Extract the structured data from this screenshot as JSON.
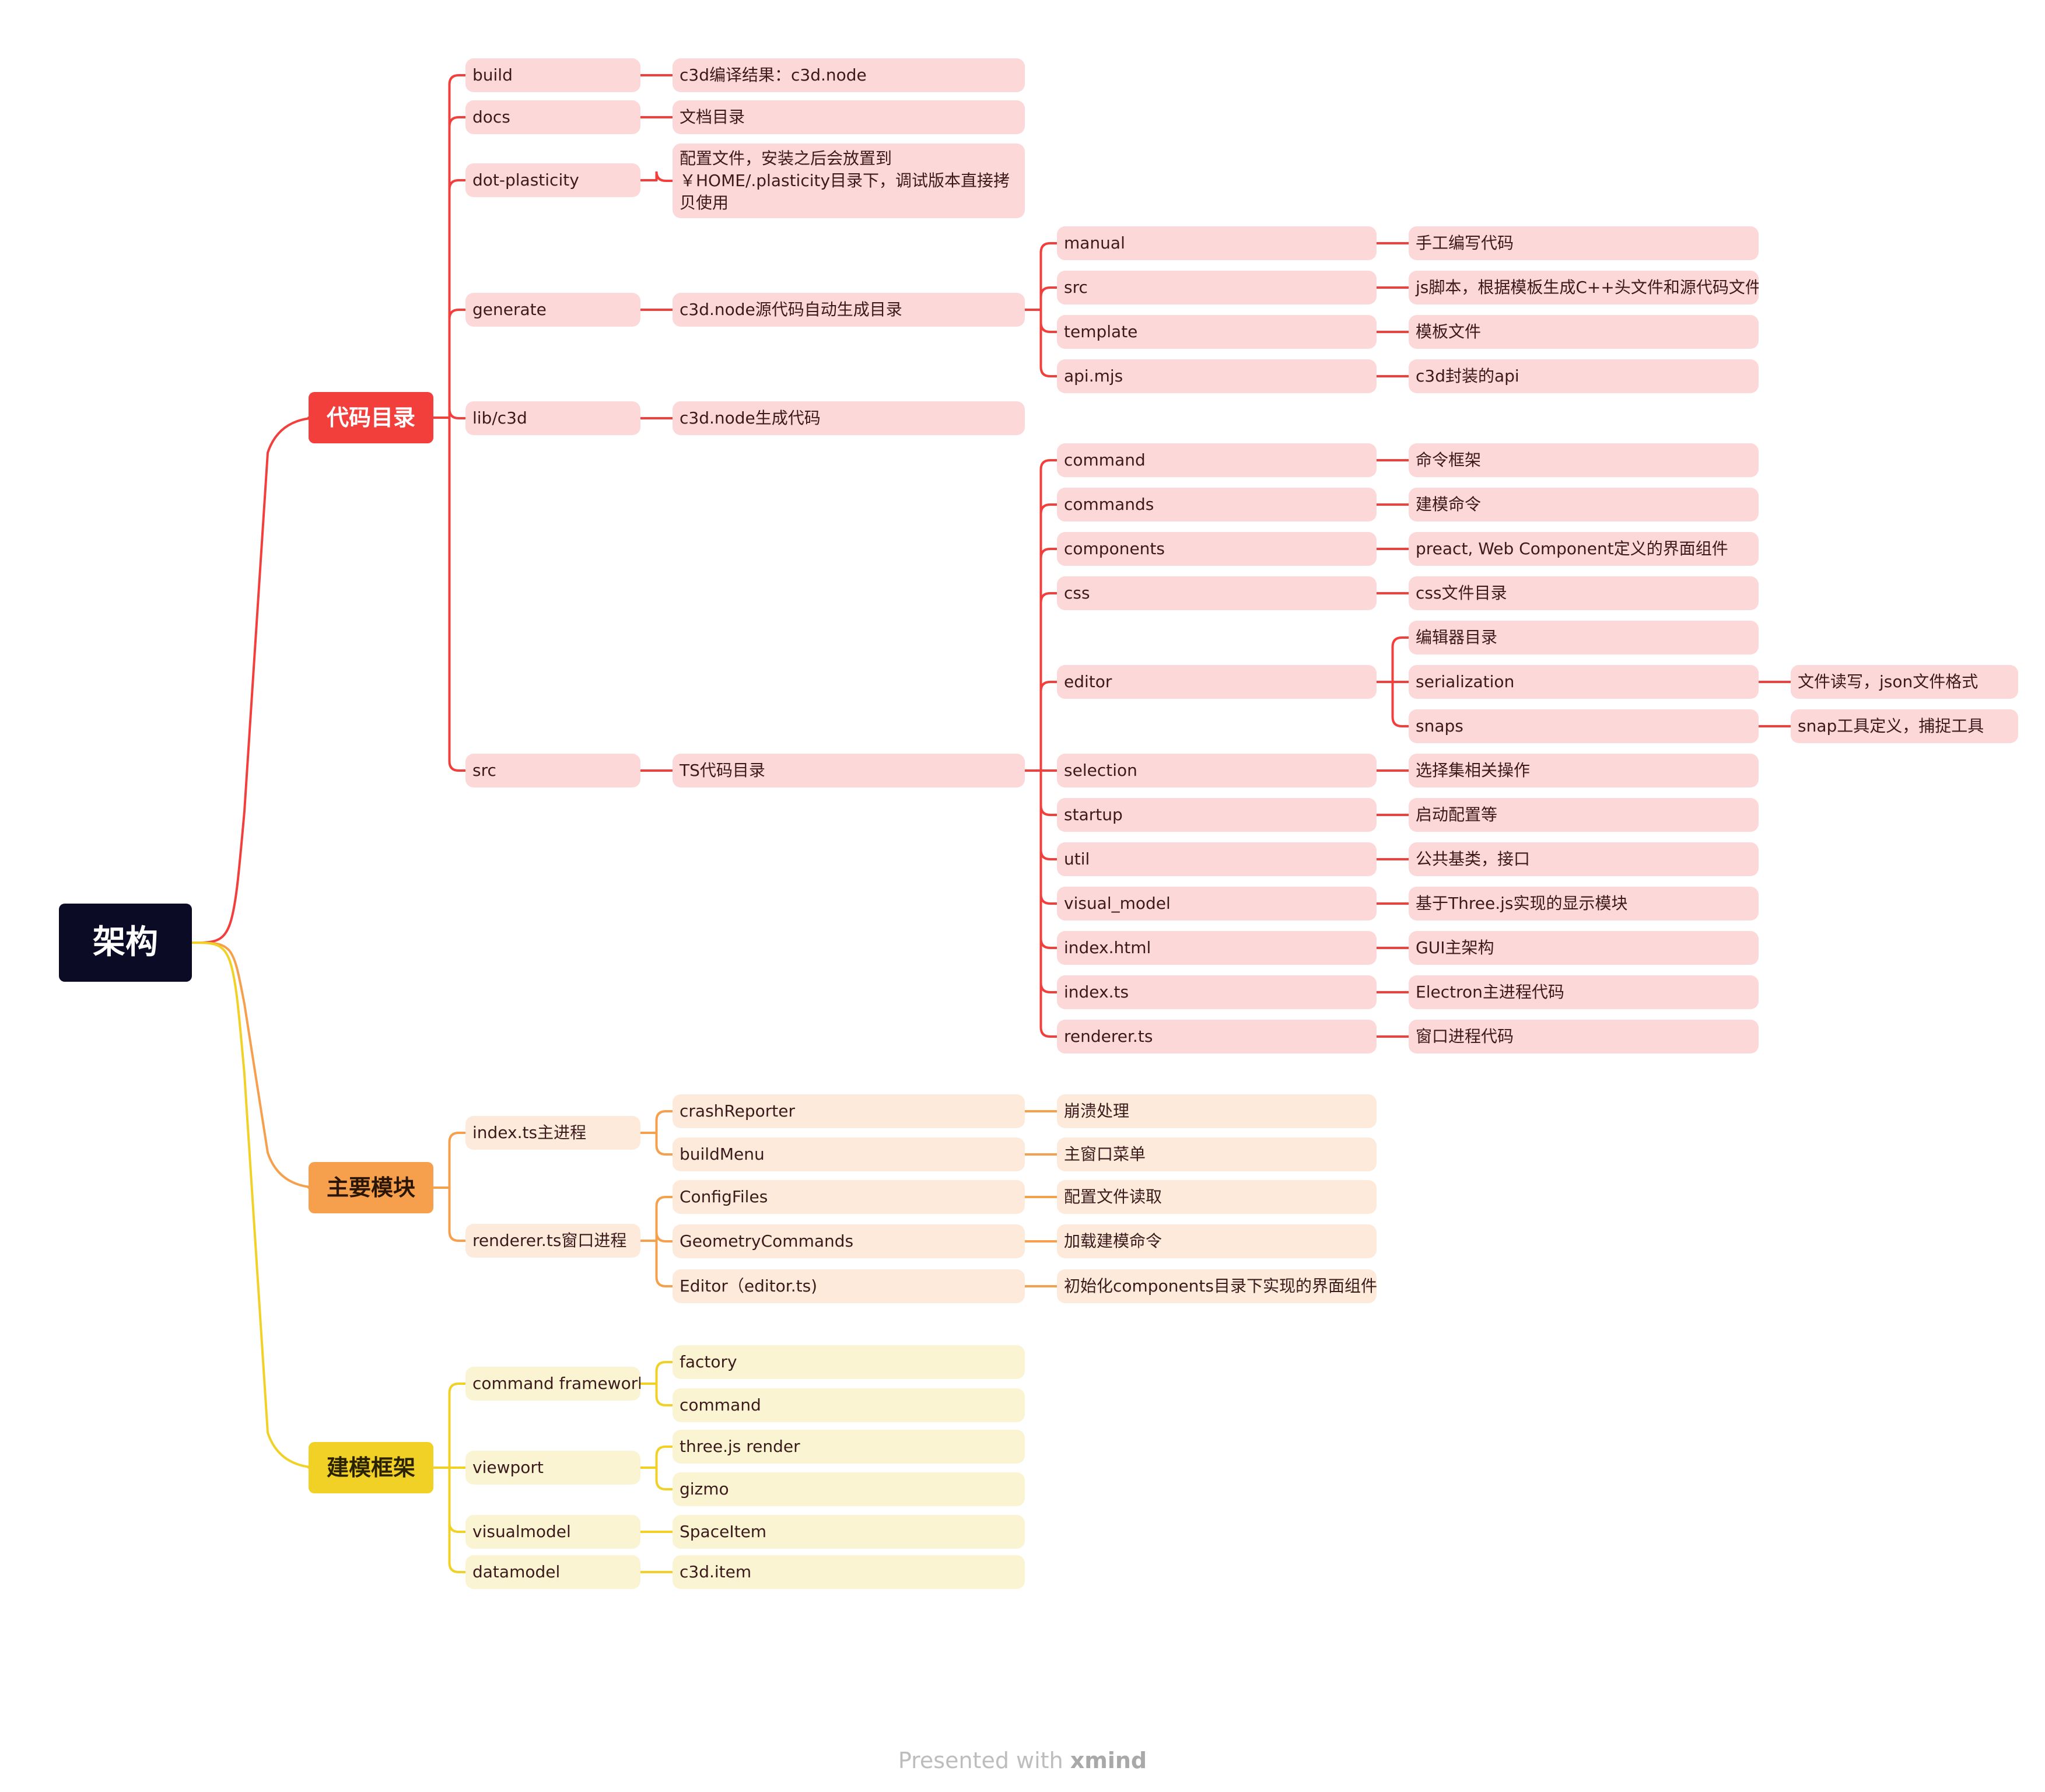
{
  "root": {
    "label": "架构"
  },
  "branches": [
    {
      "label": "代码目录",
      "items": [
        {
          "label": "build",
          "children": [
            {
              "label": "c3d编译结果：c3d.node"
            }
          ]
        },
        {
          "label": "docs",
          "children": [
            {
              "label": "文档目录"
            }
          ]
        },
        {
          "label": "dot-plasticity",
          "children": [
            {
              "label": "配置文件，安装之后会放置到￥HOME/.plasticity目录下，调试版本直接拷贝使用"
            }
          ]
        },
        {
          "label": "generate",
          "children": [
            {
              "label": "c3d.node源代码自动生成目录",
              "children": [
                {
                  "label": "manual",
                  "children": [
                    {
                      "label": "手工编写代码"
                    }
                  ]
                },
                {
                  "label": "src",
                  "children": [
                    {
                      "label": "js脚本，根据模板生成C++头文件和源代码文件"
                    }
                  ]
                },
                {
                  "label": "template",
                  "children": [
                    {
                      "label": "模板文件"
                    }
                  ]
                },
                {
                  "label": "api.mjs",
                  "children": [
                    {
                      "label": "c3d封装的api"
                    }
                  ]
                }
              ]
            }
          ]
        },
        {
          "label": "lib/c3d",
          "children": [
            {
              "label": "c3d.node生成代码"
            }
          ]
        },
        {
          "label": "src",
          "children": [
            {
              "label": "TS代码目录",
              "children": [
                {
                  "label": "command",
                  "children": [
                    {
                      "label": "命令框架"
                    }
                  ]
                },
                {
                  "label": "commands",
                  "children": [
                    {
                      "label": "建模命令"
                    }
                  ]
                },
                {
                  "label": "components",
                  "children": [
                    {
                      "label": "preact, Web Component定义的界面组件"
                    }
                  ]
                },
                {
                  "label": "css",
                  "children": [
                    {
                      "label": "css文件目录"
                    }
                  ]
                },
                {
                  "label": "editor",
                  "children": [
                    {
                      "label": "编辑器目录"
                    },
                    {
                      "label": "serialization",
                      "children": [
                        {
                          "label": "文件读写，json文件格式"
                        }
                      ]
                    },
                    {
                      "label": "snaps",
                      "children": [
                        {
                          "label": "snap工具定义，捕捉工具"
                        }
                      ]
                    }
                  ]
                },
                {
                  "label": "selection",
                  "children": [
                    {
                      "label": "选择集相关操作"
                    }
                  ]
                },
                {
                  "label": "startup",
                  "children": [
                    {
                      "label": "启动配置等"
                    }
                  ]
                },
                {
                  "label": "util",
                  "children": [
                    {
                      "label": "公共基类，接口"
                    }
                  ]
                },
                {
                  "label": "visual_model",
                  "children": [
                    {
                      "label": "基于Three.js实现的显示模块"
                    }
                  ]
                },
                {
                  "label": "index.html",
                  "children": [
                    {
                      "label": "GUI主架构"
                    }
                  ]
                },
                {
                  "label": "index.ts",
                  "children": [
                    {
                      "label": "Electron主进程代码"
                    }
                  ]
                },
                {
                  "label": "renderer.ts",
                  "children": [
                    {
                      "label": "窗口进程代码"
                    }
                  ]
                }
              ]
            }
          ]
        }
      ]
    },
    {
      "label": "主要模块",
      "items": [
        {
          "label": "index.ts主进程",
          "children": [
            {
              "label": "crashReporter",
              "children": [
                {
                  "label": "崩溃处理"
                }
              ]
            },
            {
              "label": "buildMenu",
              "children": [
                {
                  "label": "主窗口菜单"
                }
              ]
            }
          ]
        },
        {
          "label": "renderer.ts窗口进程",
          "children": [
            {
              "label": "ConfigFiles",
              "children": [
                {
                  "label": "配置文件读取"
                }
              ]
            },
            {
              "label": "GeometryCommands",
              "children": [
                {
                  "label": "加载建模命令"
                }
              ]
            },
            {
              "label": "Editor（editor.ts)",
              "children": [
                {
                  "label": "初始化components目录下实现的界面组件"
                }
              ]
            }
          ]
        }
      ]
    },
    {
      "label": "建模框架",
      "items": [
        {
          "label": "command framework",
          "children": [
            {
              "label": "factory"
            },
            {
              "label": "command"
            }
          ]
        },
        {
          "label": "viewport",
          "children": [
            {
              "label": "three.js render"
            },
            {
              "label": "gizmo"
            }
          ]
        },
        {
          "label": "visualmodel",
          "children": [
            {
              "label": "SpaceItem"
            }
          ]
        },
        {
          "label": "datamodel",
          "children": [
            {
              "label": "c3d.item"
            }
          ]
        }
      ]
    }
  ],
  "colors": {
    "root_bg": "#0b0b26",
    "red": "#f23f3c",
    "red_light": "#fdd8d8",
    "orange": "#f6a04d",
    "orange_light": "#fdeadb",
    "yellow": "#f1d126",
    "yellow_light": "#fbf4d3"
  },
  "footer": {
    "prefix": "Presented with ",
    "brand": "xmind"
  }
}
